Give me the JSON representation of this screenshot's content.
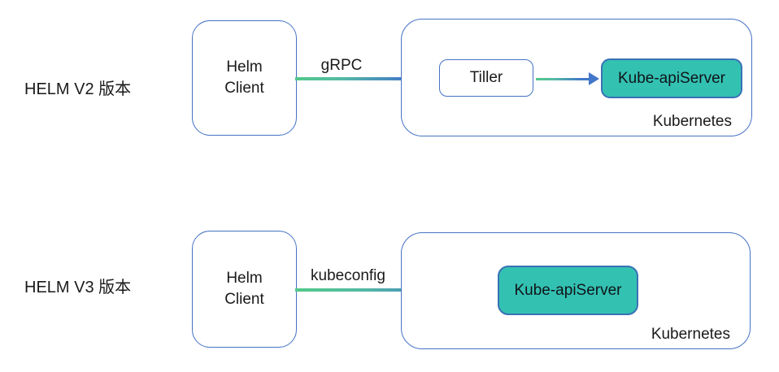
{
  "colors": {
    "box_border_blue": "#4472C4",
    "arrow_gradient_green": "#52C98A",
    "arrow_gradient_blue": "#4277C9",
    "apiserver_fill_teal": "#33C1B2",
    "apiserver_border": "#3A71B5",
    "text": "#1A1A1A",
    "background": "#FFFFFF"
  },
  "v2": {
    "row_label": "HELM V2 版本",
    "client_line1": "Helm",
    "client_line2": "Client",
    "arrow_label": "gRPC",
    "tiller_label": "Tiller",
    "apiserver_label": "Kube-apiServer",
    "cluster_label": "Kubernetes"
  },
  "v3": {
    "row_label": "HELM V3 版本",
    "client_line1": "Helm",
    "client_line2": "Client",
    "arrow_label": "kubeconfig",
    "apiserver_label": "Kube-apiServer",
    "cluster_label": "Kubernetes"
  }
}
